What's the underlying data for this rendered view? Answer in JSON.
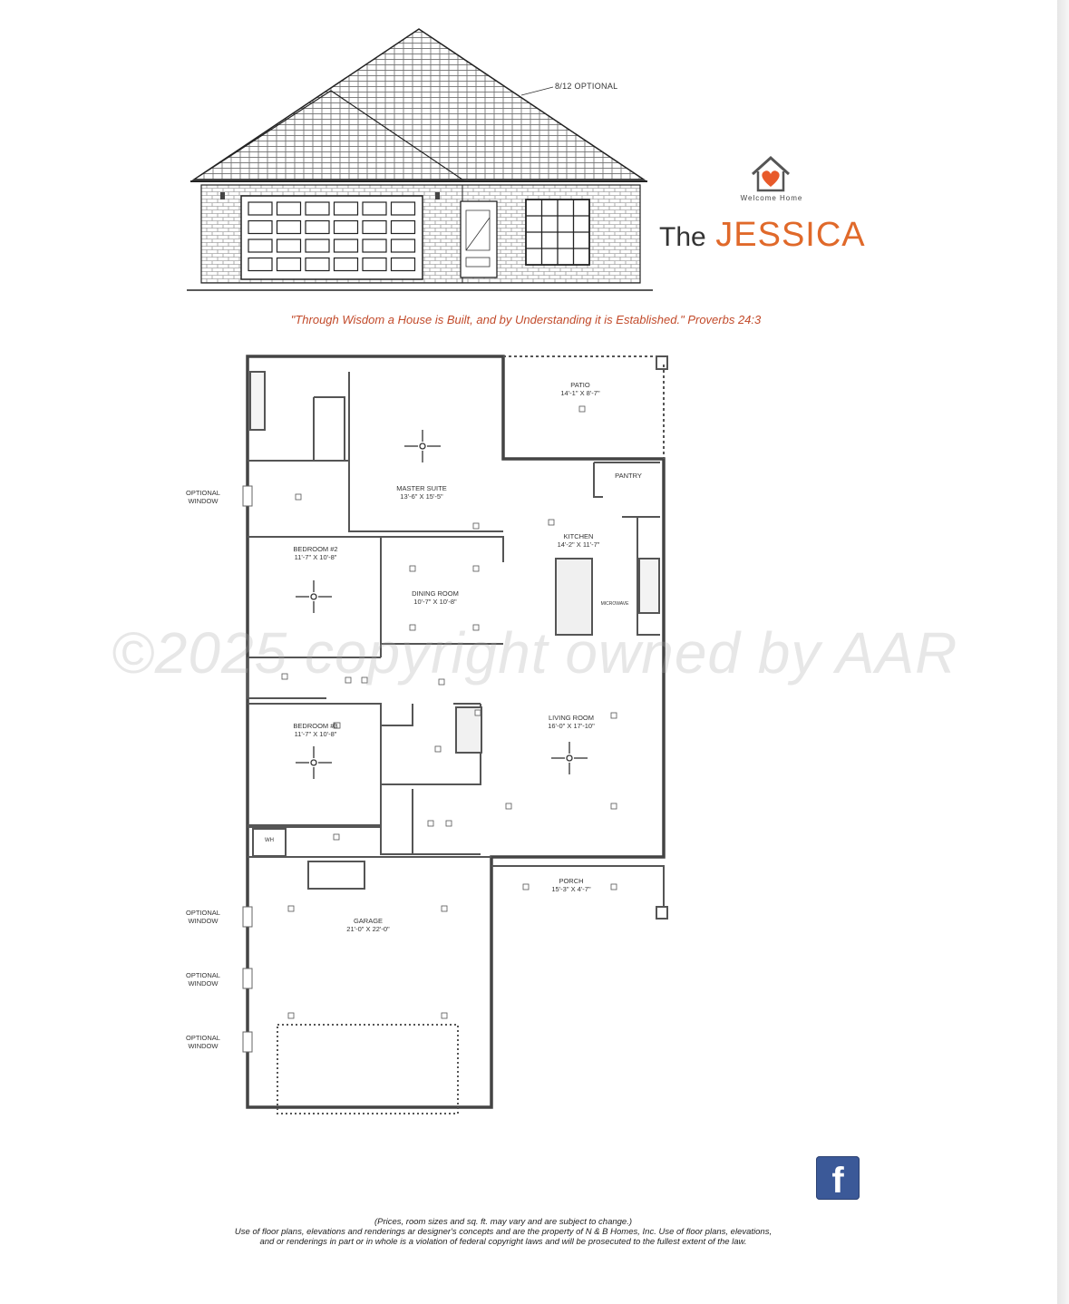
{
  "elevation": {
    "roof_note": "8/12 OPTIONAL"
  },
  "brand": {
    "tagline": "Welcome Home",
    "plan_prefix": "The",
    "plan_name": "JESSICA",
    "colors": {
      "accent": "#e0692a",
      "heart": "#e85a2a"
    }
  },
  "quote": "\"Through Wisdom a House is Built, and by Understanding it is Established.\"  Proverbs 24:3",
  "rooms": {
    "patio": {
      "name": "PATIO",
      "size": "14'-1\" X 8'-7\""
    },
    "master_suite": {
      "name": "MASTER SUITE",
      "size": "13'-6\" X 15'-5\""
    },
    "pantry": {
      "name": "PANTRY"
    },
    "kitchen": {
      "name": "KITCHEN",
      "size": "14'-2\" X 11'-7\""
    },
    "microwave": {
      "name": "MICROWAVE"
    },
    "bedroom2": {
      "name": "BEDROOM #2",
      "size": "11'-7\" X 10'-8\""
    },
    "dining_room": {
      "name": "DINING ROOM",
      "size": "10'-7\" X 10'-8\""
    },
    "bedroom3": {
      "name": "BEDROOM #3",
      "size": "11'-7\" X 10'-8\""
    },
    "living_room": {
      "name": "LIVING ROOM",
      "size": "16'-0\" X 17'-10\""
    },
    "water_heater": {
      "name": "WH"
    },
    "porch": {
      "name": "PORCH",
      "size": "15'-3\" X 4'-7\""
    },
    "garage": {
      "name": "GARAGE",
      "size": "21'-0\" X 22'-0\""
    }
  },
  "optional_window": {
    "line1": "OPTIONAL",
    "line2": "WINDOW"
  },
  "watermark": "©2025 copyright owned by AAR",
  "social": {
    "icon": "facebook-icon",
    "glyph": "f"
  },
  "footer": {
    "line1": "(Prices, room sizes and sq. ft. may vary and are subject to change.)",
    "line2": "Use of floor plans, elevations and renderings ar designer's concepts and are the property of N & B Homes, Inc.  Use of floor plans, elevations,",
    "line3": "and or renderings in part or in whole is a violation of federal copyright laws and will be prosecuted to the fullest extent of the law."
  }
}
